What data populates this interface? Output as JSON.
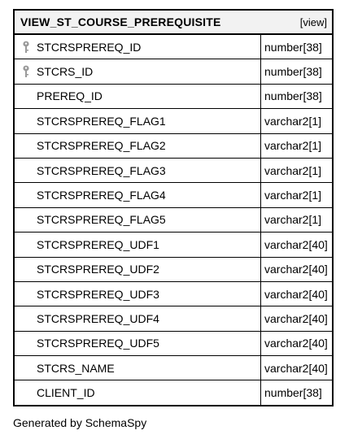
{
  "table": {
    "name": "VIEW_ST_COURSE_PREREQUISITE",
    "kind": "[view]",
    "columns": [
      {
        "name": "STCRSPREREQ_ID",
        "type": "number[38]",
        "key": true
      },
      {
        "name": "STCRS_ID",
        "type": "number[38]",
        "key": true
      },
      {
        "name": "PREREQ_ID",
        "type": "number[38]",
        "key": false
      },
      {
        "name": "STCRSPREREQ_FLAG1",
        "type": "varchar2[1]",
        "key": false
      },
      {
        "name": "STCRSPREREQ_FLAG2",
        "type": "varchar2[1]",
        "key": false
      },
      {
        "name": "STCRSPREREQ_FLAG3",
        "type": "varchar2[1]",
        "key": false
      },
      {
        "name": "STCRSPREREQ_FLAG4",
        "type": "varchar2[1]",
        "key": false
      },
      {
        "name": "STCRSPREREQ_FLAG5",
        "type": "varchar2[1]",
        "key": false
      },
      {
        "name": "STCRSPREREQ_UDF1",
        "type": "varchar2[40]",
        "key": false
      },
      {
        "name": "STCRSPREREQ_UDF2",
        "type": "varchar2[40]",
        "key": false
      },
      {
        "name": "STCRSPREREQ_UDF3",
        "type": "varchar2[40]",
        "key": false
      },
      {
        "name": "STCRSPREREQ_UDF4",
        "type": "varchar2[40]",
        "key": false
      },
      {
        "name": "STCRSPREREQ_UDF5",
        "type": "varchar2[40]",
        "key": false
      },
      {
        "name": "STCRS_NAME",
        "type": "varchar2[40]",
        "key": false
      },
      {
        "name": "CLIENT_ID",
        "type": "number[38]",
        "key": false
      }
    ]
  },
  "footer": "Generated by SchemaSpy",
  "icons": {
    "key": "key-icon"
  }
}
